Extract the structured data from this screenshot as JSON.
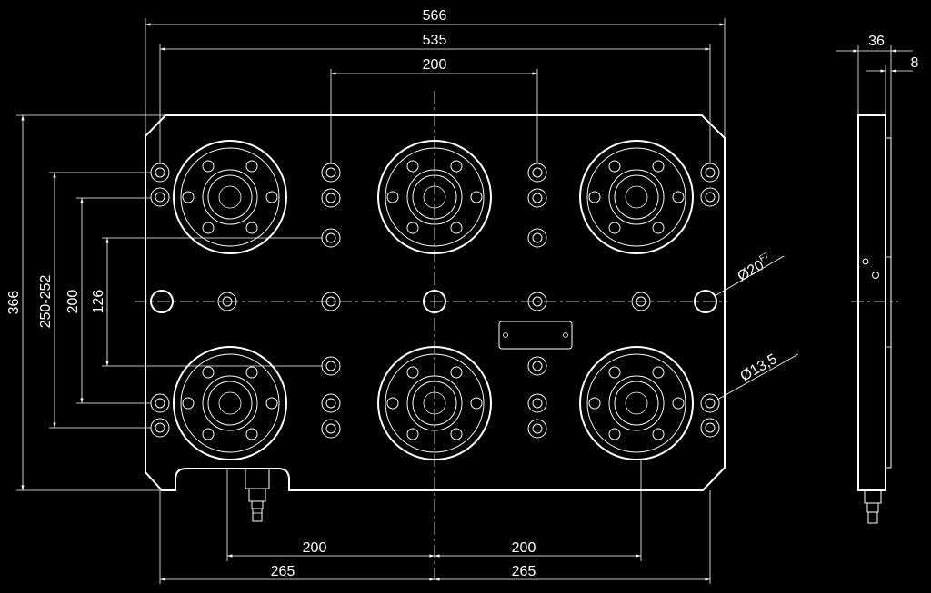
{
  "dimensions": {
    "top": {
      "d566": "566",
      "d535": "535",
      "d200": "200"
    },
    "left": {
      "d366": "366",
      "d250": "250-252",
      "d200": "200",
      "d126": "126"
    },
    "bottom": {
      "d200a": "200",
      "d200b": "200",
      "d265a": "265",
      "d265b": "265"
    },
    "side": {
      "d36": "36",
      "d8": "8"
    },
    "callouts": {
      "dia20": "Ø20",
      "dia20_fit": "F7",
      "dia13": "Ø13,5"
    }
  },
  "colors": {
    "background": "#000000",
    "lines": "#ffffff"
  }
}
